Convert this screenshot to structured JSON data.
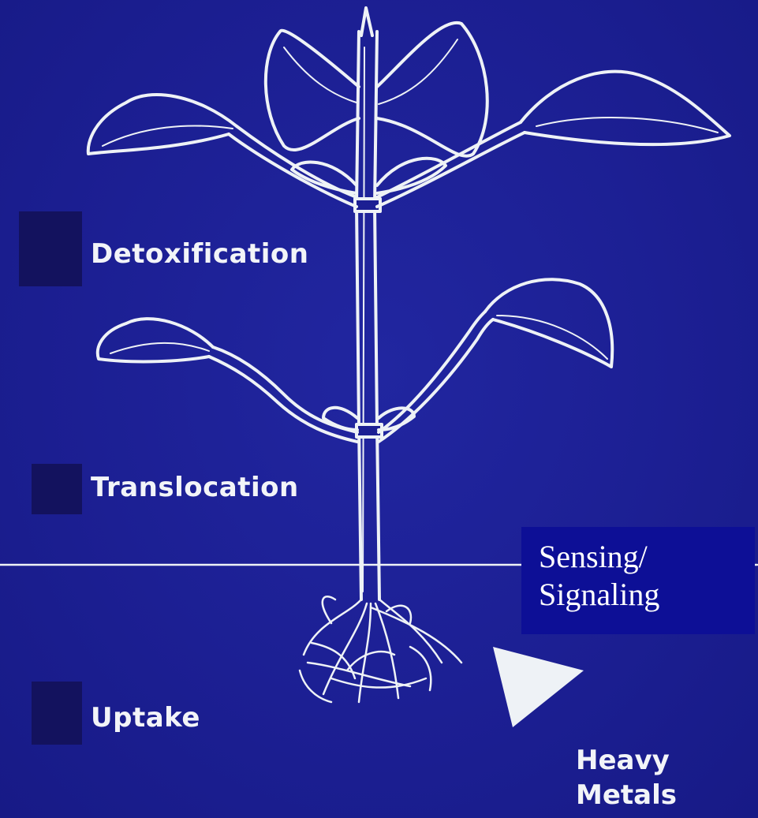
{
  "labels": {
    "detoxification": "Detoxification",
    "translocation": "Translocation",
    "uptake": "Uptake",
    "heavy_metals_line1": "Heavy",
    "heavy_metals_line2": "Metals",
    "sensing_line1": "Sensing/",
    "sensing_line2": "Signaling"
  },
  "colors": {
    "background": "#1c1f93",
    "marker": "#13125e",
    "line_art": "#eef2f6",
    "signal_box": "#0d0f96"
  }
}
